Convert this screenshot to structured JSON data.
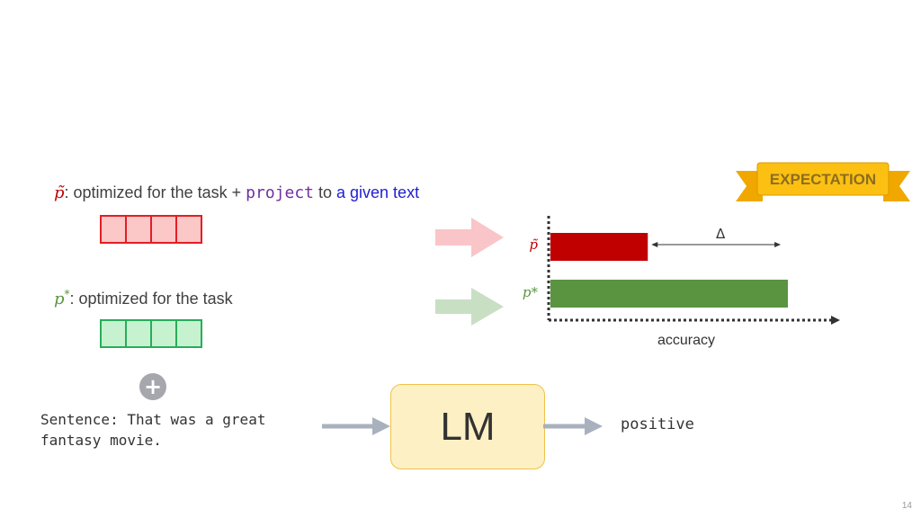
{
  "rows": {
    "p_tilde": {
      "symbol": "p̃",
      "text_a": ": optimized for the task + ",
      "keyword": "project",
      "text_b": " to ",
      "link_text": "a given text",
      "cells": 4,
      "color": "#e31e24",
      "fill": "#fcc7c7"
    },
    "p_star": {
      "symbol": "p",
      "sup": "*",
      "text": ": optimized for the task",
      "cells": 4,
      "color": "#27ad5a",
      "fill": "#c7f2cf"
    }
  },
  "chart_data": {
    "type": "bar",
    "orientation": "horizontal",
    "categories": [
      "p̃",
      "p*"
    ],
    "values": [
      0.41,
      1.0
    ],
    "colors": [
      "#c00000",
      "#5a9441"
    ],
    "xlabel": "accuracy",
    "annotation": "Δ",
    "annotation_range": [
      0.41,
      0.97
    ]
  },
  "banner": {
    "label": "EXPECTATION",
    "color": "#fcc012"
  },
  "plus_symbol": "+",
  "sentence": "Sentence: That was a great\nfantasy movie.",
  "model_label": "LM",
  "output_label": "positive",
  "page_number": "14"
}
